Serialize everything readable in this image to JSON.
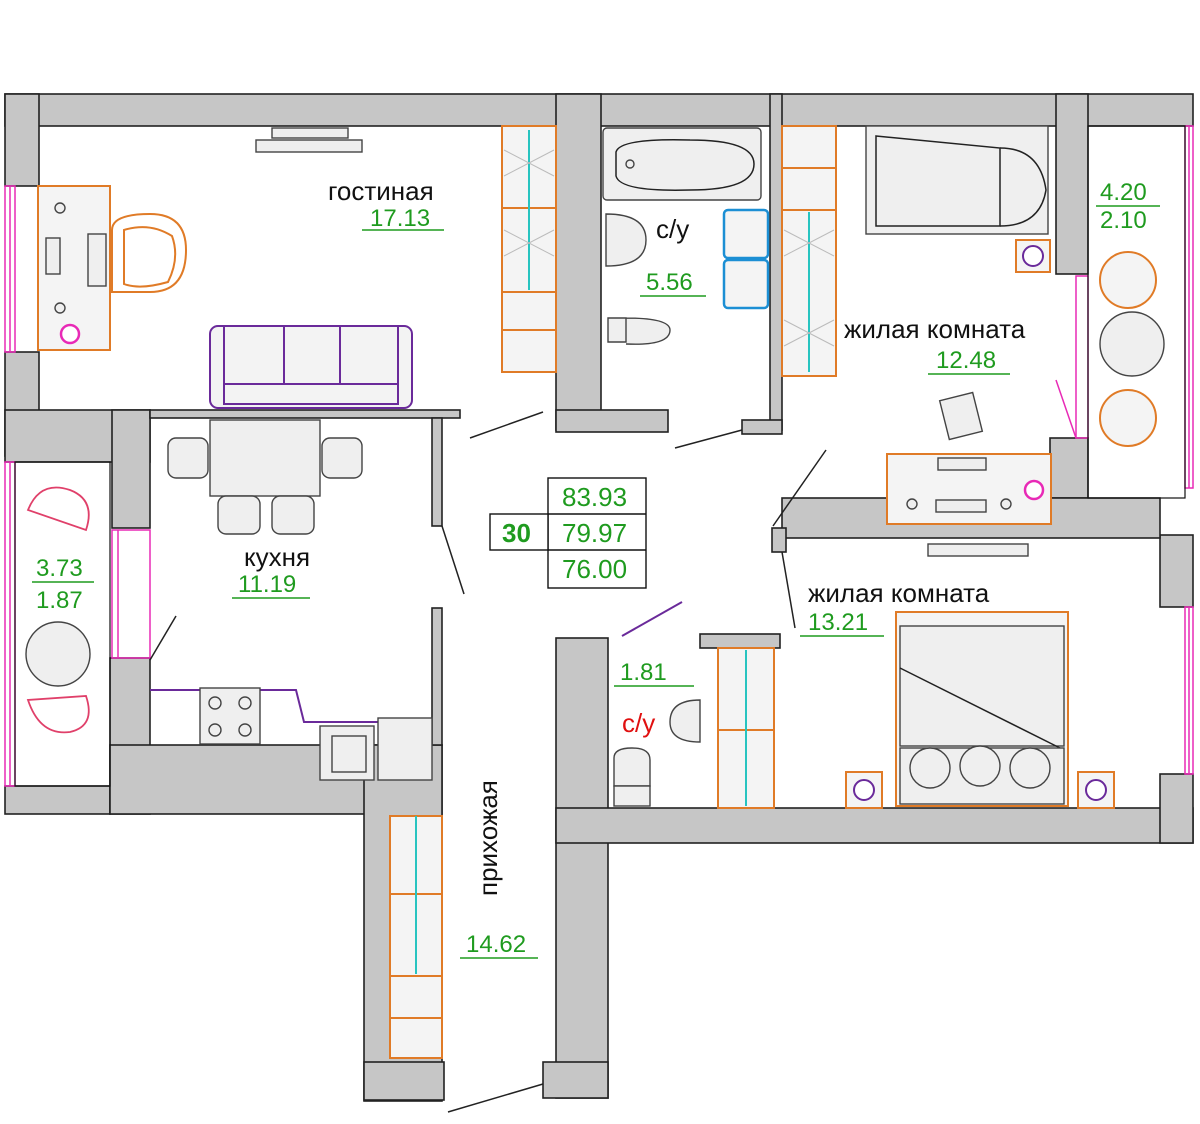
{
  "rooms": {
    "living_room": {
      "name": "гостиная",
      "area": "17.13"
    },
    "bathroom_1": {
      "name": "с/у",
      "area": "5.56"
    },
    "bedroom_1": {
      "name": "жилая комната",
      "area": "12.48"
    },
    "balcony_1": {
      "area_full": "4.20",
      "area_reduced": "2.10"
    },
    "balcony_2": {
      "area_full": "3.73",
      "area_reduced": "1.87"
    },
    "kitchen": {
      "name": "кухня",
      "area": "11.19"
    },
    "bathroom_2": {
      "name": "с/у",
      "area": "1.81"
    },
    "bedroom_2": {
      "name": "жилая комната",
      "area": "13.21"
    },
    "hallway": {
      "name": "прихожая",
      "area": "14.62"
    }
  },
  "apartment": {
    "number": "30",
    "total_area": "83.93",
    "area_with_balcony": "79.97",
    "living_area": "76.00"
  },
  "colors": {
    "area_text": "#1f9b1f",
    "wc_label": "#e01010",
    "wall_fill": "#c6c6c6",
    "furniture_orange": "#e07b27",
    "sofa_purple": "#6a2a9a",
    "window_pink": "#e82ab6",
    "wardrobe_cyan": "#27c4c0",
    "washer_blue": "#1c8fd4"
  }
}
